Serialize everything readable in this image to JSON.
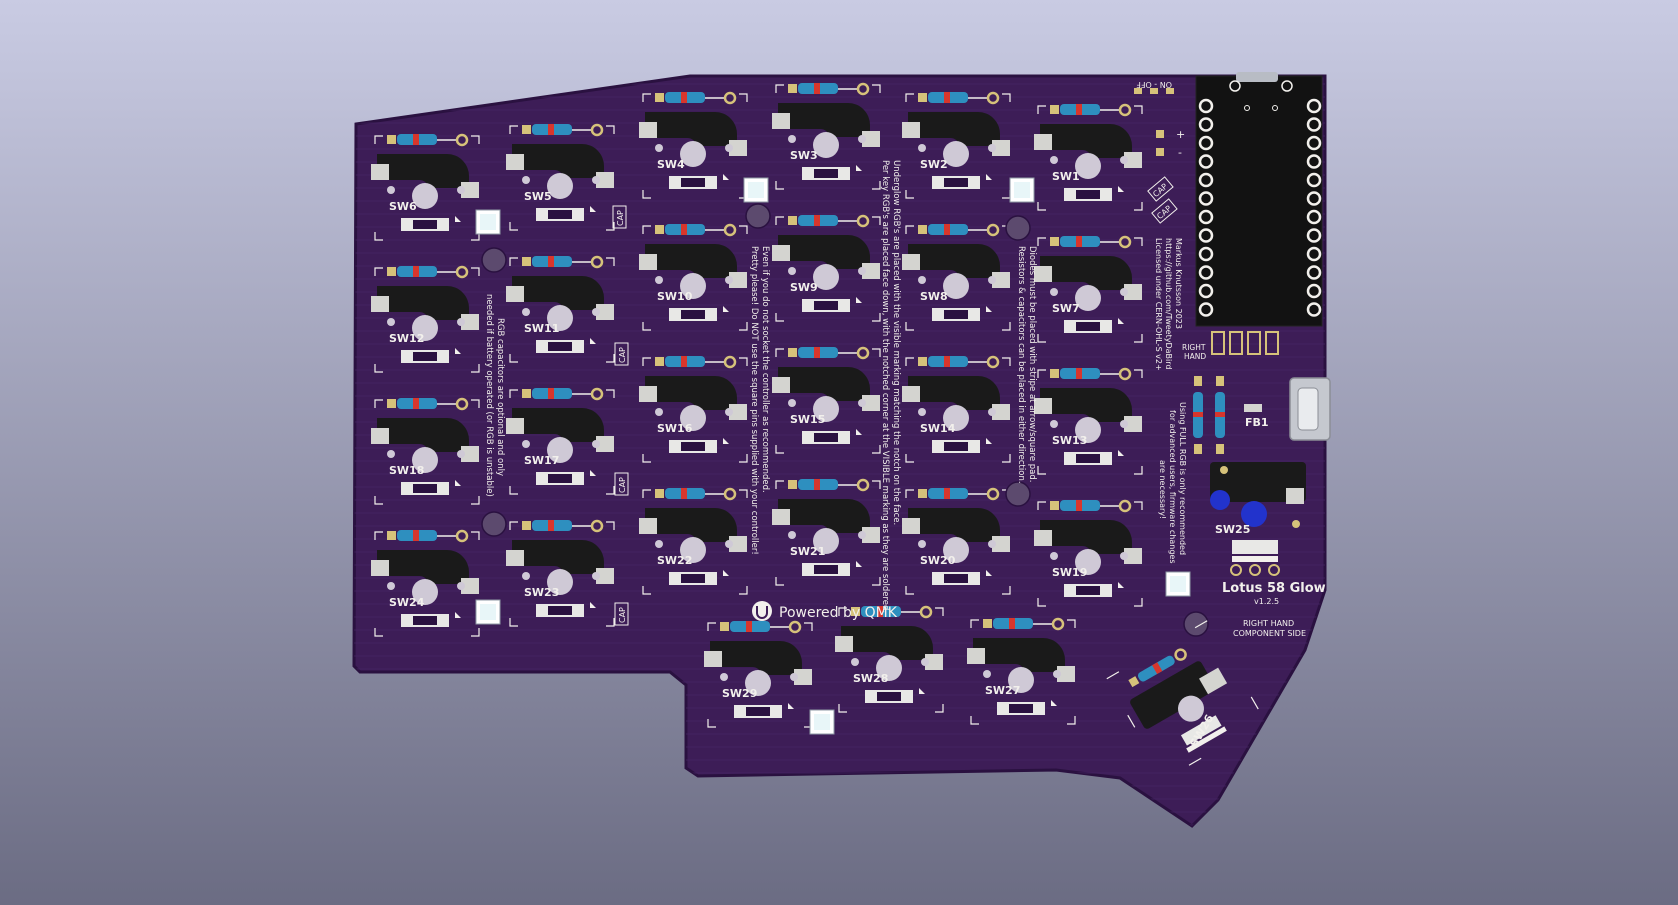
{
  "colors": {
    "background_top": "#c9cbe3",
    "background_bottom": "#6b6c83",
    "pcb": "#3d1d57",
    "pcb_edge": "#2a1140",
    "silkscreen": "#f2f0ec",
    "pad_gold": "#d6c27a",
    "switch_socket": "#1a1a1a",
    "diode_body": "#2e8fbf",
    "diode_band": "#d8362c",
    "led_white": "#e8f6f8",
    "controller": "#121212",
    "reset_button": "#2233cc"
  },
  "switches": [
    {
      "id": "sw1",
      "label": "SW1"
    },
    {
      "id": "sw2",
      "label": "SW2"
    },
    {
      "id": "sw3",
      "label": "SW3"
    },
    {
      "id": "sw4",
      "label": "SW4"
    },
    {
      "id": "sw5",
      "label": "SW5"
    },
    {
      "id": "sw6",
      "label": "SW6"
    },
    {
      "id": "sw7",
      "label": "SW7"
    },
    {
      "id": "sw8",
      "label": "SW8"
    },
    {
      "id": "sw9",
      "label": "SW9"
    },
    {
      "id": "sw10",
      "label": "SW10"
    },
    {
      "id": "sw11",
      "label": "SW11"
    },
    {
      "id": "sw12",
      "label": "SW12"
    },
    {
      "id": "sw13",
      "label": "SW13"
    },
    {
      "id": "sw14",
      "label": "SW14"
    },
    {
      "id": "sw15",
      "label": "SW15"
    },
    {
      "id": "sw16",
      "label": "SW16"
    },
    {
      "id": "sw17",
      "label": "SW17"
    },
    {
      "id": "sw18",
      "label": "SW18"
    },
    {
      "id": "sw19",
      "label": "SW19"
    },
    {
      "id": "sw20",
      "label": "SW20"
    },
    {
      "id": "sw21",
      "label": "SW21"
    },
    {
      "id": "sw22",
      "label": "SW22"
    },
    {
      "id": "sw23",
      "label": "SW23"
    },
    {
      "id": "sw24",
      "label": "SW24"
    },
    {
      "id": "sw27",
      "label": "SW27"
    },
    {
      "id": "sw28",
      "label": "SW28"
    },
    {
      "id": "sw29",
      "label": "SW29"
    }
  ],
  "thumb_switch": {
    "label": "SW26"
  },
  "encoder_switch": {
    "label": "SW25"
  },
  "cap_label": "CAP",
  "silk": {
    "rgb_caps_note_1": "RGB capacitors are optional and only",
    "rgb_caps_note_2": "needed if battery operated (or RGB is unstable)",
    "socket_note_1": "Even if you do not socket the controller as recommended.",
    "socket_note_2": "Pretty please! Do NOT use the square pins supplied with your controller!",
    "underglow_note_1": "Underglow RGB's are placed with the visible marking matching the notch on the face.",
    "underglow_note_2": "Per key RGB's are placed face down, with the notched corner at the VISIBLE marking as they are soldered.",
    "diode_note_1": "Diodes must be placed with stripe at arrow/square pad.",
    "diode_note_2": "Resistors & capacitors can be placed in either direction.",
    "author_1": "Markus Knutsson 2023",
    "author_2": "https://github.com/TweetyDaBird",
    "author_3": "Licensed under CERN-OHL-S v2+",
    "full_rgb_1": "Using FULL RGB is only recommended",
    "full_rgb_2": "for advanced users, firmware changes",
    "full_rgb_3": "are necessary!",
    "powered_by": "Powered by QMK",
    "board_name": "Lotus 58 Glow",
    "version": "v1.2.5",
    "side_1": "RIGHT HAND",
    "side_2": "COMPONENT SIDE",
    "hand_1": "RIGHT",
    "hand_2": "HAND",
    "power_switch": "ON - OFF",
    "ferrite": "FB1",
    "plus": "+",
    "minus": "-"
  }
}
